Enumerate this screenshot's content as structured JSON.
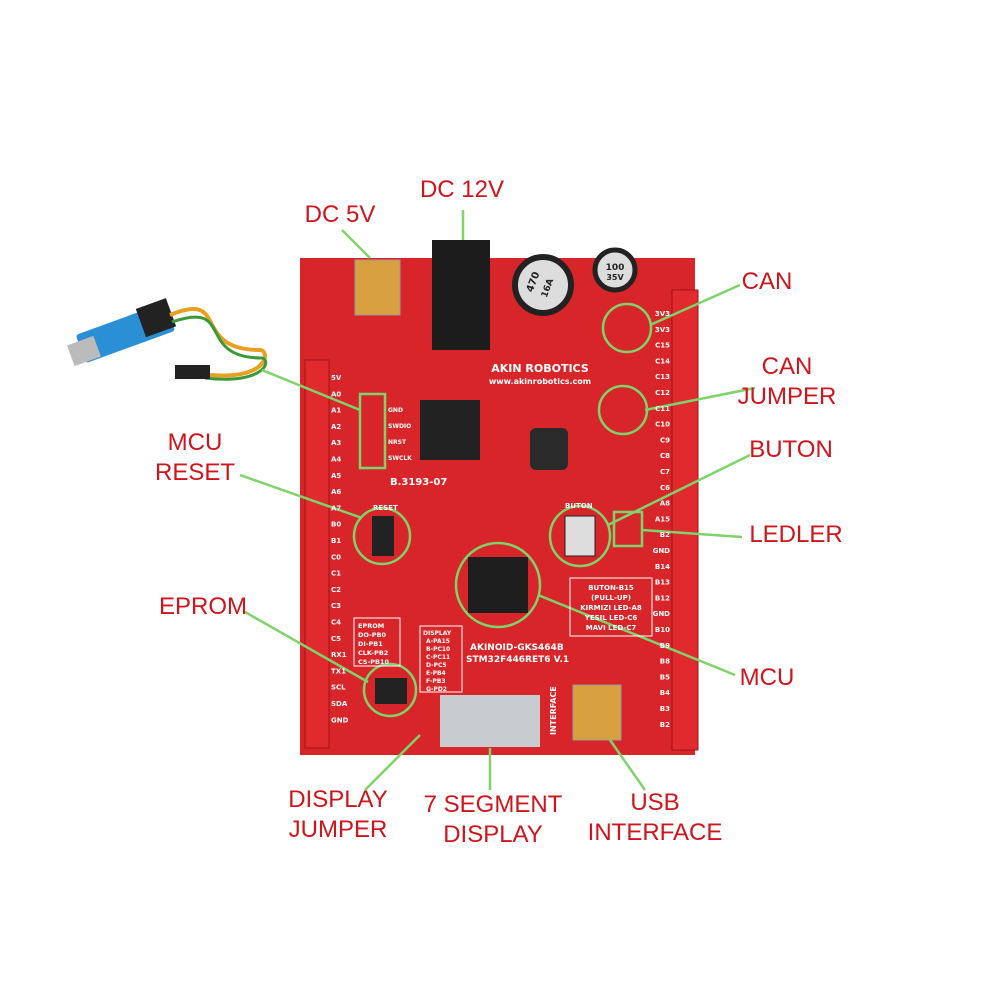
{
  "callouts": {
    "dc5v": "DC 5V",
    "dc12v": "DC 12V",
    "can": "CAN",
    "can_jumper": [
      "CAN",
      "JUMPER"
    ],
    "buton": "BUTON",
    "ledler": "LEDLER",
    "mcu_reset": [
      "MCU",
      "RESET"
    ],
    "eprom": "EPROM",
    "mcu": "MCU",
    "display_jumper": [
      "DISPLAY",
      "JUMPER"
    ],
    "seven_segment": [
      "7 SEGMENT",
      "DISPLAY"
    ],
    "usb_interface": [
      "USB",
      "INTERFACE"
    ]
  },
  "board": {
    "brand": "AKIN ROBOTICS",
    "url": "www.akinrobotics.com",
    "part": "B.3193-07",
    "model": "AKINOID-GKS464B",
    "mcu": "STM32F446RET6 V.1",
    "swd_pins": [
      "GND",
      "SWDIO",
      "NRST",
      "SWCLK"
    ],
    "reset": "RESET",
    "buton": "BUTON",
    "info": [
      "BUTON-B15",
      "(PULL-UP)",
      "KIRMIZI LED-A8",
      "YESIL LED-C6",
      "MAVI LED-C7"
    ],
    "eprom": [
      "EPROM",
      "DO-PB0",
      "DI-PB1",
      "CLK-PB2",
      "CS-PB10"
    ],
    "display": [
      "DISPLAY",
      "A-PA15",
      "B-PC10",
      "C-PC11",
      "D-PC5",
      "E-PB4",
      "F-PB3",
      "G-PD2"
    ],
    "interface": "INTERFACE",
    "capacitor_1": [
      "470",
      "16A"
    ],
    "capacitor_2": [
      "100",
      "35V"
    ],
    "left_pins": [
      "5V",
      "A0",
      "A1",
      "A2",
      "A3",
      "A4",
      "A5",
      "A6",
      "A7",
      "B0",
      "B1",
      "C0",
      "C1",
      "C2",
      "C3",
      "C4",
      "C5",
      "RX1",
      "TX1",
      "SCL",
      "SDA",
      "GND"
    ],
    "right_pins": [
      "3V3",
      "3V3",
      "C15",
      "C14",
      "C13",
      "C12",
      "C11",
      "C10",
      "C9",
      "C8",
      "C7",
      "C6",
      "A8",
      "A15",
      "B2",
      "GND",
      "B14",
      "B13",
      "B12",
      "GND",
      "B10",
      "B9",
      "B8",
      "B5",
      "B4",
      "B3",
      "B2"
    ]
  },
  "colors": {
    "label": "#d0141c",
    "board": "#d8252a",
    "highlight": "#7fd36a"
  }
}
